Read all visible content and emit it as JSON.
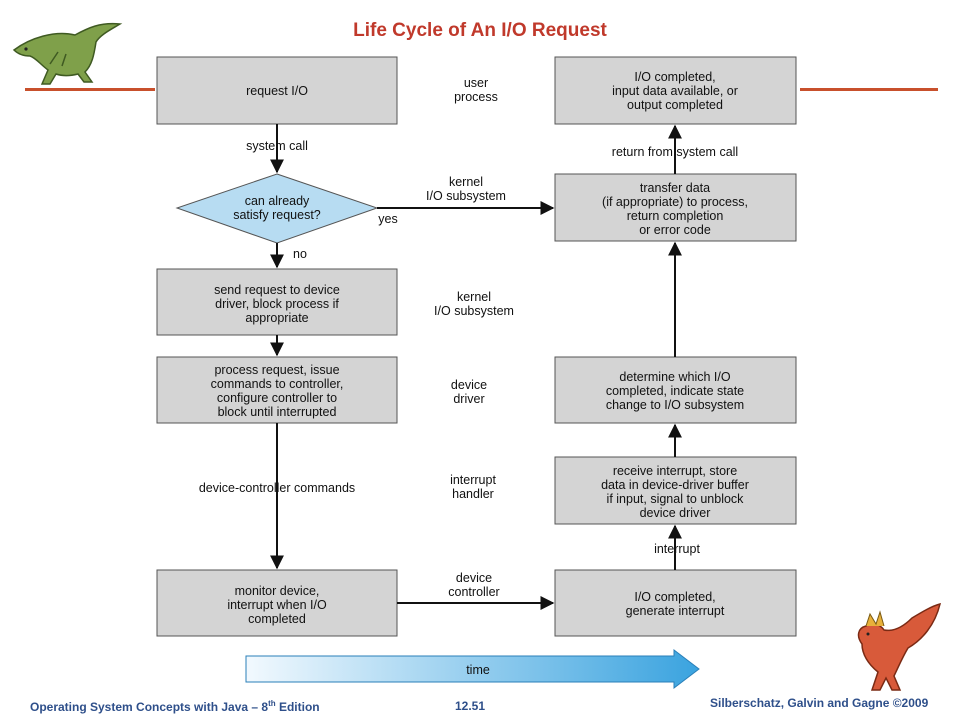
{
  "slide": {
    "title": "Life Cycle of An I/O Request",
    "footer_left_a": "Operating System Concepts  with Java – 8",
    "footer_left_sup": "th",
    "footer_left_b": " Edition",
    "page_number": "12.51",
    "footer_right": "Silberschatz, Galvin and Gagne ©2009"
  },
  "colors": {
    "accent_red": "#c0392b",
    "box_fill": "#d4d4d4",
    "diamond_fill": "#b7dcf2",
    "footer_blue": "#2e4f8a"
  },
  "icons": {
    "top_left": "green-dinosaur-icon",
    "bottom_right": "red-dinosaur-icon"
  },
  "diagram": {
    "boxes": {
      "request_io": [
        "request I/O"
      ],
      "send_request": [
        "send request to device",
        "driver, block process if",
        "appropriate"
      ],
      "process_request": [
        "process request, issue",
        "commands to controller,",
        "configure controller to",
        "block until interrupted"
      ],
      "monitor_device": [
        "monitor device,",
        "interrupt when I/O",
        "completed"
      ],
      "io_completed_interrupt": [
        "I/O completed,",
        "generate interrupt"
      ],
      "receive_interrupt": [
        "receive interrupt, store",
        "data in device-driver buffer",
        "if input, signal to unblock",
        "device driver"
      ],
      "determine_which": [
        "determine which I/O",
        "completed, indicate state",
        "change to I/O subsystem"
      ],
      "transfer_data": [
        "transfer data",
        "(if appropriate) to process,",
        "return completion",
        "or error code"
      ],
      "io_completed_final": [
        "I/O completed,",
        "input data available, or",
        "output completed"
      ]
    },
    "decision": [
      "can already",
      "satisfy request?"
    ],
    "edge_labels": {
      "system_call": "system call",
      "yes": "yes",
      "no": "no",
      "device_controller_commands": "device-controller commands",
      "interrupt": "interrupt",
      "return_from_system_call": "return from system call"
    },
    "layer_labels": {
      "user_process": [
        "user",
        "process"
      ],
      "kernel_io_1": [
        "kernel",
        "I/O subsystem"
      ],
      "kernel_io_2": [
        "kernel",
        "I/O subsystem"
      ],
      "device_driver": [
        "device",
        "driver"
      ],
      "interrupt_handler": [
        "interrupt",
        "handler"
      ],
      "device_controller": [
        "device",
        "controller"
      ]
    },
    "time_label": "time"
  }
}
